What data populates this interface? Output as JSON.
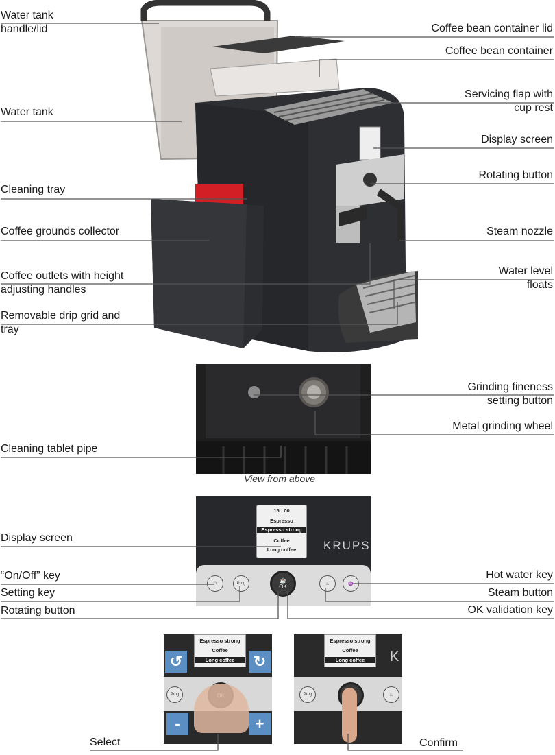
{
  "section1": {
    "left_labels": {
      "water_tank_handle": [
        "Water tank",
        "handle/lid"
      ],
      "water_tank": "Water tank",
      "cleaning_tray": "Cleaning tray",
      "coffee_grounds_collector": "Coffee grounds collector",
      "coffee_outlets": [
        "Coffee outlets with height",
        "adjusting handles"
      ],
      "drip_grid": [
        "Removable drip grid and",
        "tray"
      ]
    },
    "right_labels": {
      "bean_lid": "Coffee bean container lid",
      "bean_container": "Coffee bean container",
      "servicing_flap": [
        "Servicing flap with",
        "cup rest"
      ],
      "display_screen": "Display screen",
      "rotating_button": "Rotating button",
      "steam_nozzle": "Steam nozzle",
      "water_level": [
        "Water level",
        "floats"
      ]
    }
  },
  "section2": {
    "grinding_fineness": [
      "Grinding fineness",
      "setting button"
    ],
    "metal_wheel": "Metal grinding wheel",
    "cleaning_pipe": "Cleaning tablet pipe",
    "caption": "View from above"
  },
  "section3": {
    "display": {
      "time": "15 : 00",
      "items": [
        "Espresso",
        "Espresso strong",
        "Coffee",
        "Long coffee"
      ],
      "selected_index": 1
    },
    "brand": "KRUPS",
    "keys": {
      "prog": "Prog",
      "ok": "OK"
    },
    "labels": {
      "display_screen": "Display screen",
      "on_off": "“On/Off” key",
      "setting": "Setting key",
      "rotating": "Rotating button",
      "hot_water": "Hot water key",
      "steam": "Steam button",
      "ok_key": "OK validation key"
    }
  },
  "section4": {
    "display_items": [
      "Espresso strong",
      "Coffee",
      "Long coffee"
    ],
    "selected_index": 2,
    "prog": "Prog",
    "ok": "OK",
    "minus": "-",
    "plus": "+",
    "select": "Select",
    "confirm": "Confirm",
    "brand_fragment": "K"
  }
}
